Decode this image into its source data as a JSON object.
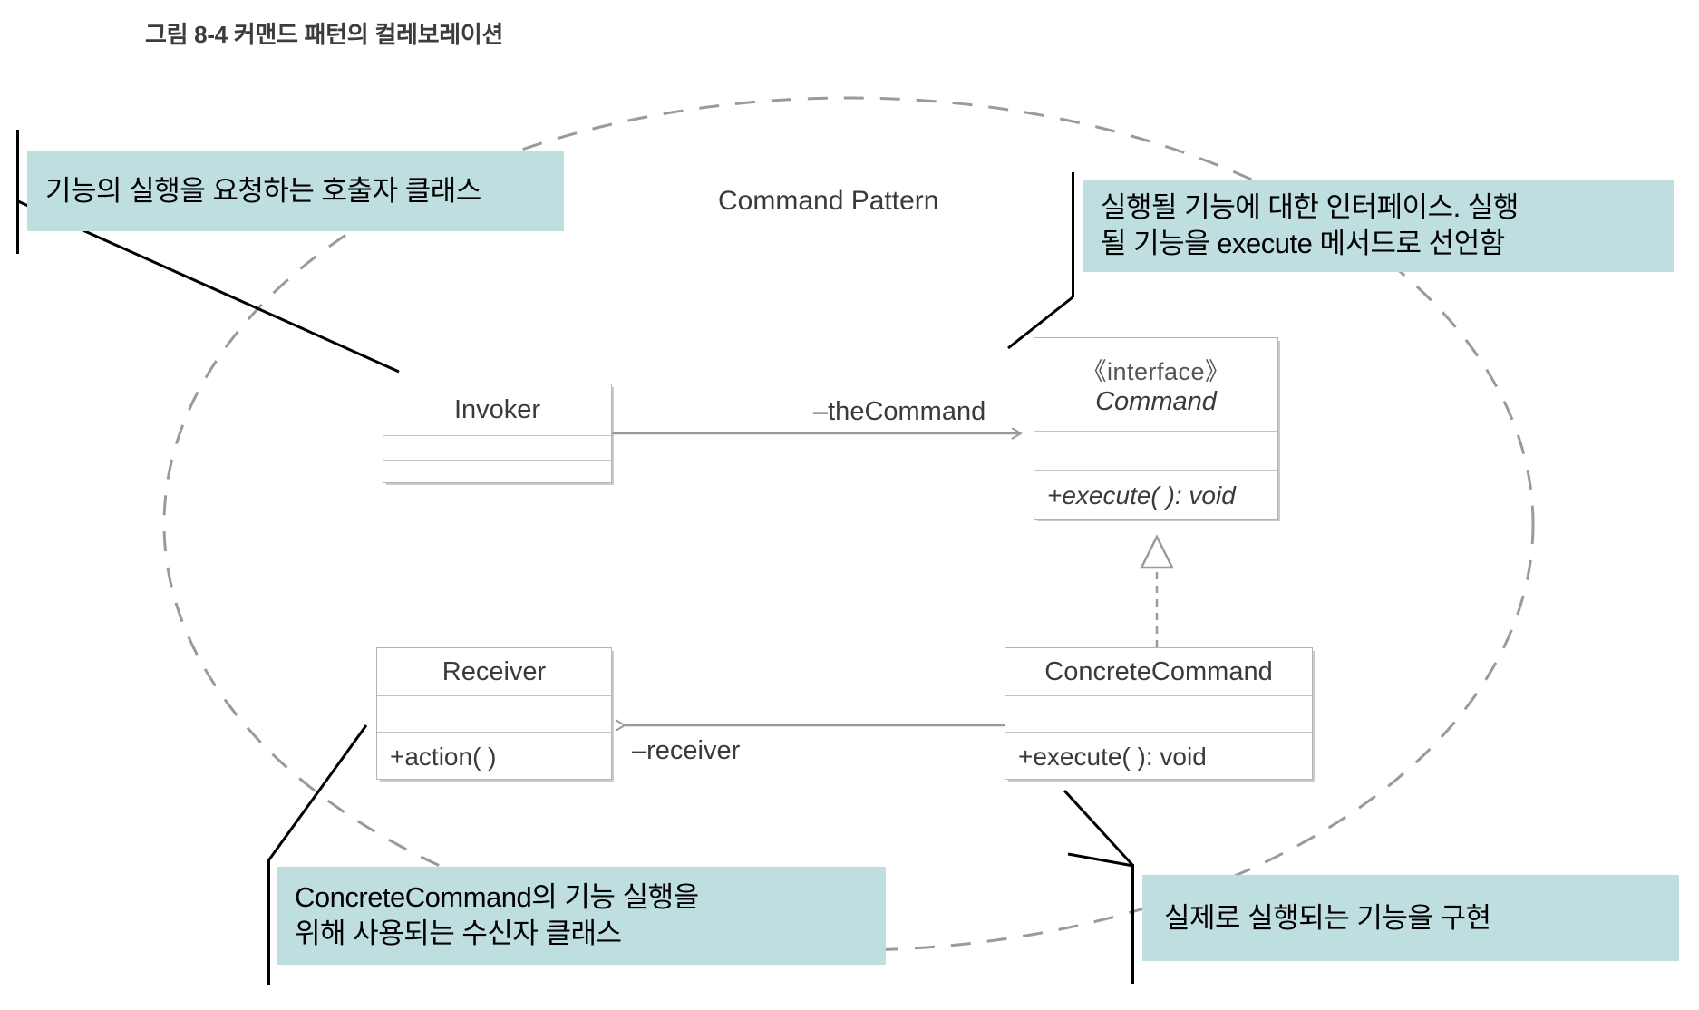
{
  "figure": {
    "caption": "그림 8-4 커맨드 패턴의 컬레보레이션",
    "collaboration_label": "Command Pattern"
  },
  "colors": {
    "callout_fill": "#bfdee0",
    "callout_bar": "#000000",
    "box_border": "#b4b4b4",
    "line_gray": "#9a9a9a",
    "text_dark": "#3a3a3a",
    "background": "#ffffff"
  },
  "classes": [
    {
      "id": "invoker",
      "name": "Invoker",
      "stereotype": "",
      "attributes": "",
      "operations": "",
      "abstract": false
    },
    {
      "id": "command",
      "name": "Command",
      "stereotype": "《interface》",
      "attributes": "",
      "operations": "+execute( ): void",
      "abstract": true
    },
    {
      "id": "receiver",
      "name": "Receiver",
      "stereotype": "",
      "attributes": "",
      "operations": "+action( )",
      "abstract": false
    },
    {
      "id": "concrete_command",
      "name": "ConcreteCommand",
      "stereotype": "",
      "attributes": "",
      "operations": "+execute( ): void",
      "abstract": false
    }
  ],
  "relationships": [
    {
      "id": "invoker-command",
      "from": "Invoker",
      "to": "Command",
      "type": "association",
      "role_label": "–theCommand"
    },
    {
      "id": "concrete-receiver",
      "from": "ConcreteCommand",
      "to": "Receiver",
      "type": "association",
      "role_label": "–receiver"
    },
    {
      "id": "concrete-command",
      "from": "ConcreteCommand",
      "to": "Command",
      "type": "realization",
      "role_label": ""
    }
  ],
  "callouts": [
    {
      "id": "invoker",
      "text": "기능의 실행을 요청하는 호출자 클래스",
      "target": "Invoker"
    },
    {
      "id": "command",
      "text": "실행될 기능에 대한 인터페이스. 실행\n될 기능을 execute 메서드로 선언함",
      "target": "Command"
    },
    {
      "id": "receiver",
      "text": "ConcreteCommand의 기능 실행을\n위해 사용되는 수신자 클래스",
      "target": "Receiver"
    },
    {
      "id": "concrete_command",
      "text": "실제로 실행되는 기능을 구현",
      "target": "ConcreteCommand"
    }
  ]
}
